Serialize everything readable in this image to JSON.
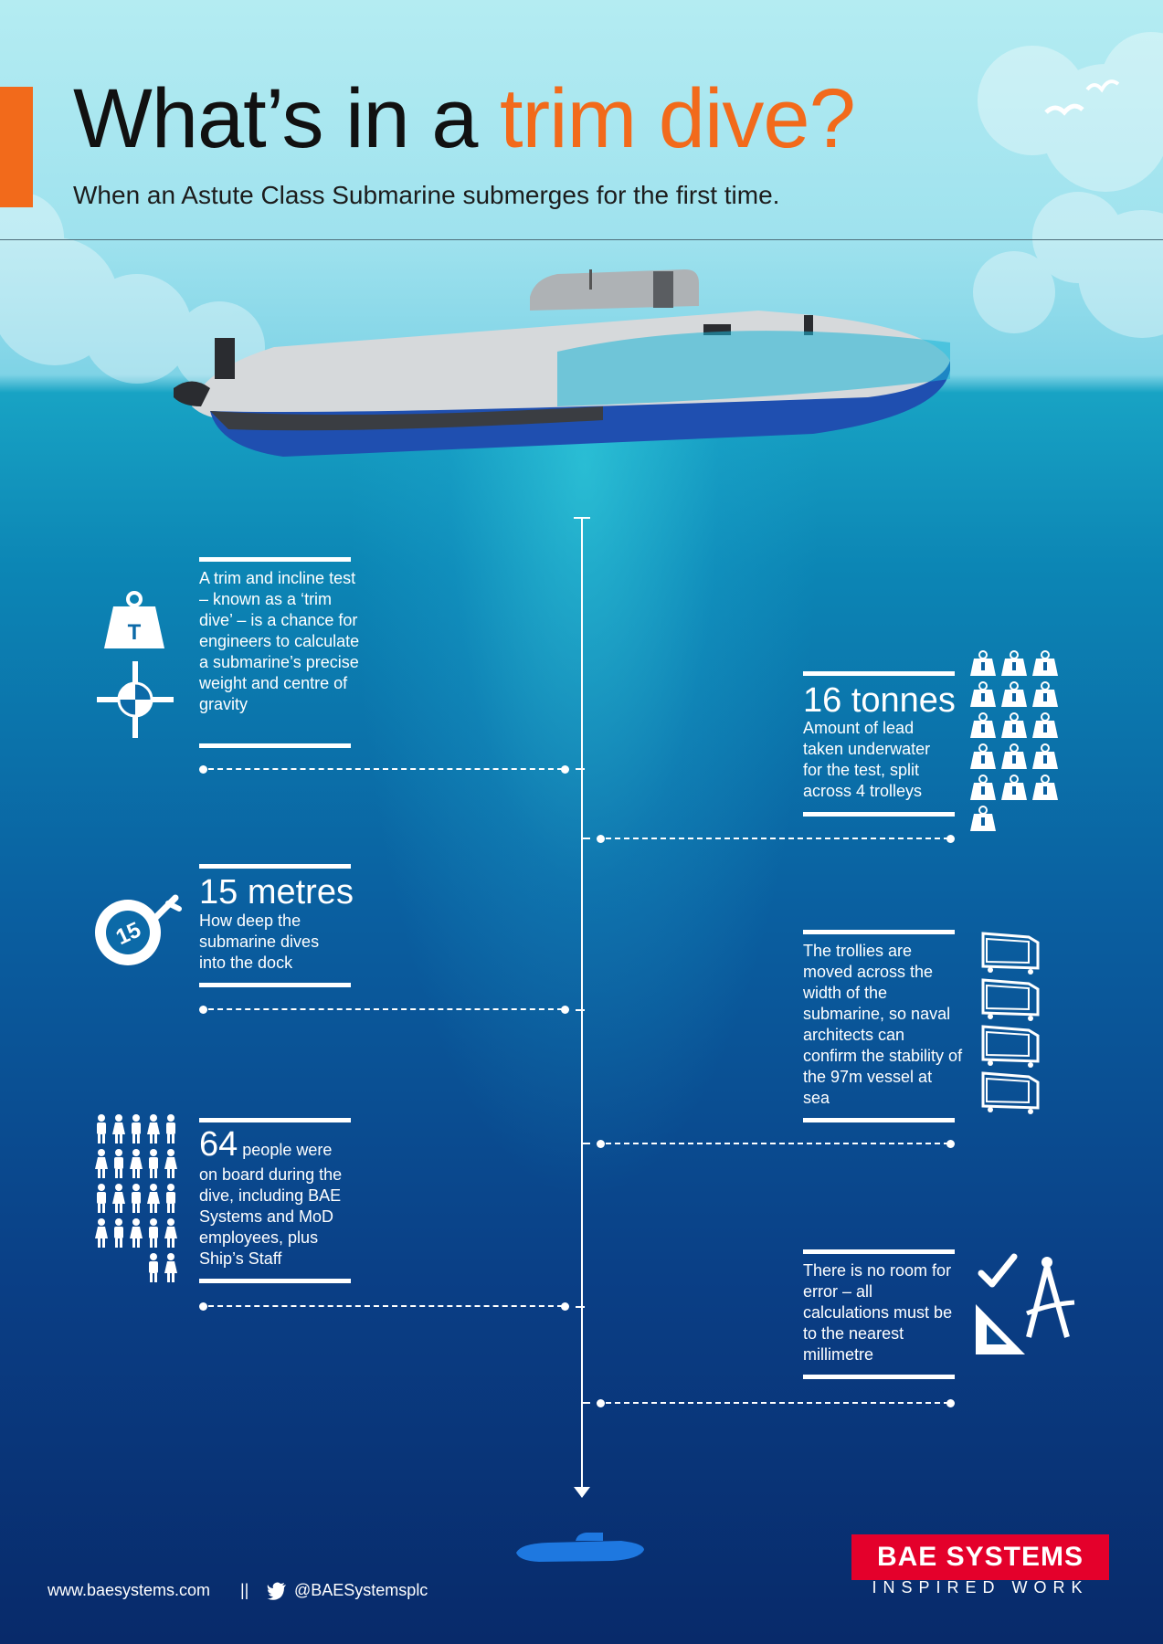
{
  "header": {
    "title_prefix": "What’s in a ",
    "title_highlight": "trim dive?",
    "subtitle": "When an Astute Class Submarine submerges for the first time."
  },
  "cards": {
    "trim_test": {
      "text": "A trim and incline test – known as a ‘trim dive’ – is a chance for engineers to calculate a submarine’s precise weight and centre of gravity",
      "weight_icon_letter": "T"
    },
    "lead": {
      "headline": "16 tonnes",
      "text": "Amount of lead taken underwater for the test, split across 4 trolleys",
      "weight_count": 16
    },
    "depth": {
      "headline": "15 metres",
      "text": "How deep the submarine dives into the dock",
      "gauge_number": "15"
    },
    "trolleys": {
      "text": "The trollies are moved across the width of the submarine, so naval architects can confirm the stability of the 97m vessel at sea",
      "trolley_count": 4
    },
    "people": {
      "headline": "64",
      "headline_suffix": " people were",
      "text": "on board during the dive, including BAE Systems and MoD employees, plus Ship’s Staff",
      "people_icon_count": 22
    },
    "precision": {
      "text": "There is no room for error – all calculations must be to the nearest millimetre"
    }
  },
  "footer": {
    "url": "www.baesystems.com",
    "separator": "||",
    "twitter_handle": "@BAESystemsplc",
    "logo_text": "BAE SYSTEMS",
    "logo_tagline": "INSPIRED WORK"
  },
  "colors": {
    "accent": "#f26a1b",
    "logo_red": "#e4002b",
    "text_dark": "#111111",
    "white": "#ffffff"
  }
}
